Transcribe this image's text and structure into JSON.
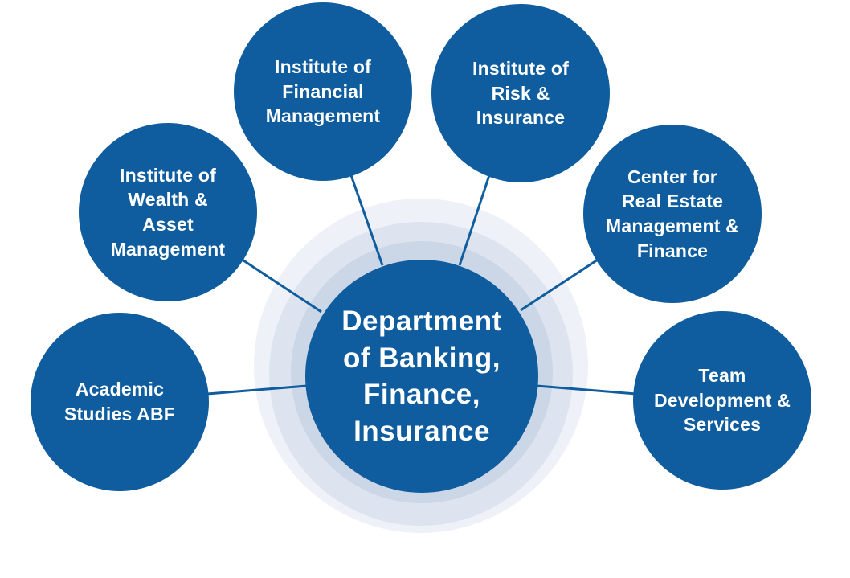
{
  "diagram": {
    "colors": {
      "node_fill": "#0f5d9e",
      "node_text": "#ffffff",
      "connector": "#0f5d9e",
      "halo_outer": "#eef1f8",
      "halo_middle": "#dde4ef",
      "halo_inner": "#cbd6e7"
    },
    "center": {
      "label": "Department\nof Banking,\nFinance,\nInsurance"
    },
    "units": [
      {
        "id": "wealth",
        "label": "Institute of\nWealth &\nAsset\nManagement"
      },
      {
        "id": "financial",
        "label": "Institute of\nFinancial\nManagement"
      },
      {
        "id": "risk",
        "label": "Institute of\nRisk &\nInsurance"
      },
      {
        "id": "real-estate",
        "label": "Center for\nReal Estate\nManagement &\nFinance"
      },
      {
        "id": "academic",
        "label": "Academic\nStudies ABF"
      },
      {
        "id": "team",
        "label": "Team\nDevelopment &\nServices"
      }
    ]
  }
}
